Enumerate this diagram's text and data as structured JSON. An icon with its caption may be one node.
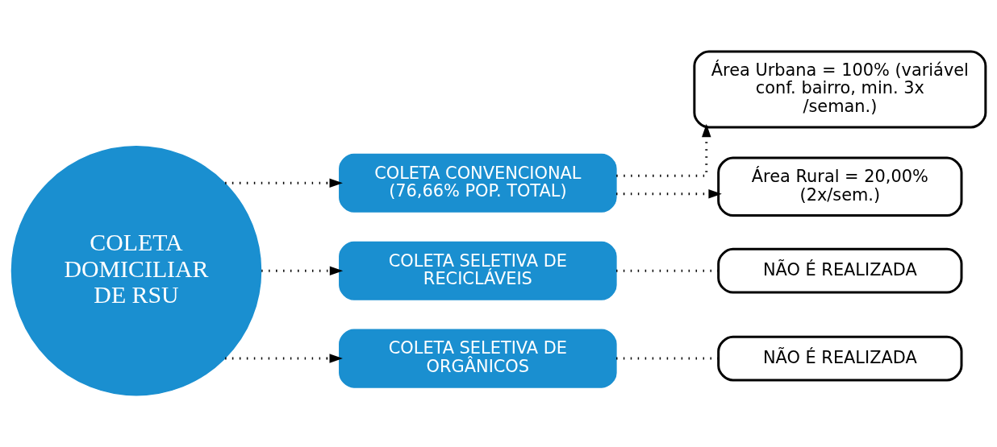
{
  "diagram": {
    "nodes": [
      {
        "text": [
          "COLETA DOMICILIAR DE RSU"
        ]
      },
      {
        "text": [
          "COLETA CONVENCIONAL (76,66% POP. TOTAL)"
        ]
      },
      {
        "text": [
          "COLETA SELETIVA DE RECICLÁVEIS"
        ]
      },
      {
        "text": [
          "COLETA SELETIVA DE ORGÂNICOS"
        ]
      },
      {
        "text": [
          "Área Urbana = 100% (variável conf. bairro, min. 3x /seman.)"
        ]
      },
      {
        "text": [
          "Área Rural = 20,00% (2x/sem.)"
        ]
      },
      {
        "text": [
          "NÃO É REALIZADA"
        ]
      },
      {
        "text": [
          "NÃO É REALIZADA"
        ]
      }
    ],
    "edges": [
      {
        "from": 0,
        "to": 1,
        "arrow": "to"
      },
      {
        "from": 0,
        "to": 2,
        "arrow": "to"
      },
      {
        "from": 0,
        "to": 3,
        "arrow": "to"
      },
      {
        "from": 1,
        "to": 4,
        "arrow": "to"
      },
      {
        "from": 1,
        "to": 5,
        "arrow": "to"
      },
      {
        "from": 2,
        "to": 6,
        "arrow": "none"
      },
      {
        "from": 3,
        "to": 7,
        "arrow": "none"
      }
    ]
  }
}
